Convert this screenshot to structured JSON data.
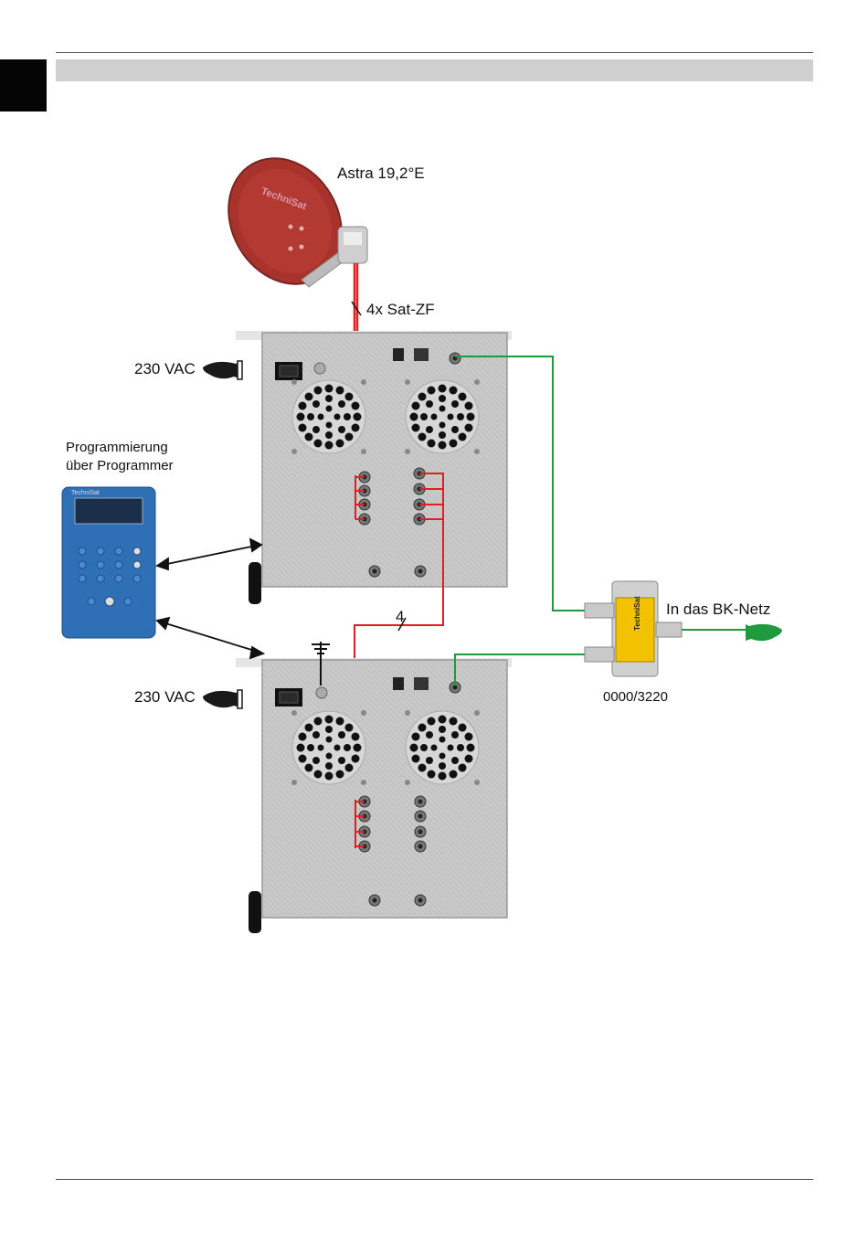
{
  "labels": {
    "satellite": "Astra 19,2°E",
    "sat_if": "4x Sat-ZF",
    "power_top": "230 VAC",
    "power_bottom": "230 VAC",
    "programmer": [
      "Programmierung",
      "über Programmer"
    ],
    "cable_count": "4",
    "bk_network": "In das BK-Netz",
    "combiner_part": "0000/3220"
  },
  "device": {
    "brand": "TechniSat"
  },
  "programmer_device": {
    "brand": "TechniSat"
  },
  "colors": {
    "sat_cable": "#e02020",
    "coax_out": "#1e9b3c",
    "dish": "#a8322c",
    "device_body": "#c8c8c8",
    "programmer_body": "#2f6fb5",
    "combiner_body": "#f2c200"
  },
  "icons": {
    "hand": "pointing-hand-icon",
    "ground": "ground-symbol-icon"
  }
}
